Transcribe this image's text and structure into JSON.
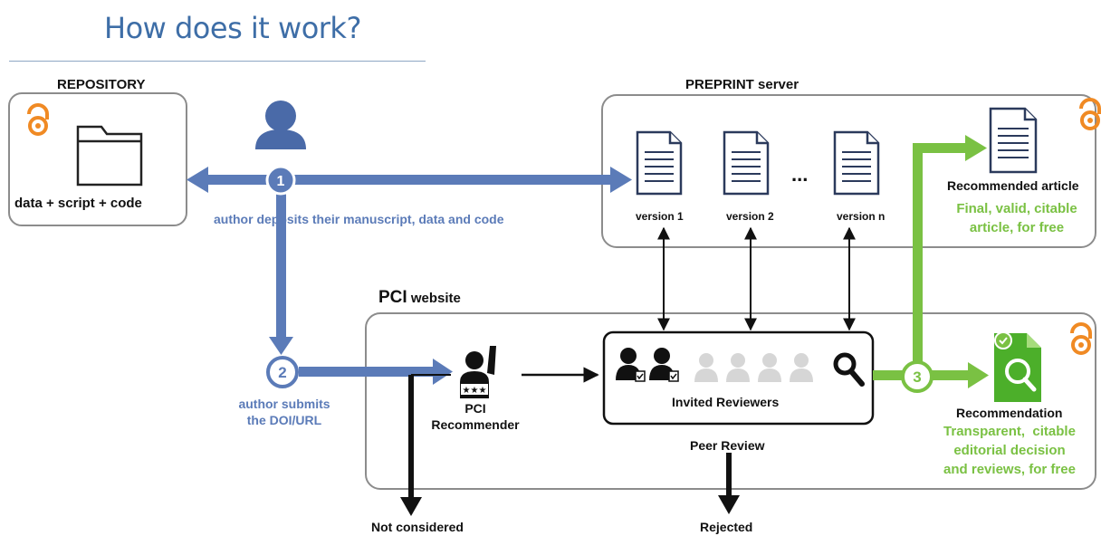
{
  "header": {
    "title": "How does it work?"
  },
  "repository": {
    "title": "REPOSITORY",
    "content": "data + script + code"
  },
  "preprint": {
    "title_bold": "PREPRINT",
    "title_rest": " server",
    "versions": [
      "version 1",
      "version 2",
      "version n"
    ],
    "ellipsis": "..."
  },
  "recommended_article": {
    "title": "Recommended article",
    "desc": [
      "Final, valid, citable",
      "article, for free"
    ]
  },
  "steps": {
    "step1": {
      "number": "1",
      "text": "author deposits their manuscript, data and code"
    },
    "step2": {
      "number": "2",
      "text": [
        "author submits",
        "the DOI/URL"
      ]
    },
    "step3": {
      "number": "3"
    }
  },
  "pci": {
    "title_bold": "PCI",
    "title_rest": " website",
    "recommender": [
      "PCI",
      "Recommender"
    ],
    "invited_reviewers": "Invited Reviewers",
    "peer_review": "Peer Review"
  },
  "recommendation": {
    "title": "Recommendation",
    "desc": [
      "Transparent,  citable",
      "editorial decision",
      "and reviews, for free"
    ]
  },
  "outcomes": {
    "not_considered": "Not considered",
    "rejected": "Rejected"
  },
  "colors": {
    "blue": "#5b7bb8",
    "green": "#7ac143",
    "orange": "#f08a24",
    "title": "#3e6ea7"
  },
  "icons": [
    "open-access-icon",
    "folder-icon",
    "author-icon",
    "document-icon",
    "pci-recommender-icon",
    "reviewer-icon",
    "magnifier-icon",
    "recommendation-icon"
  ]
}
